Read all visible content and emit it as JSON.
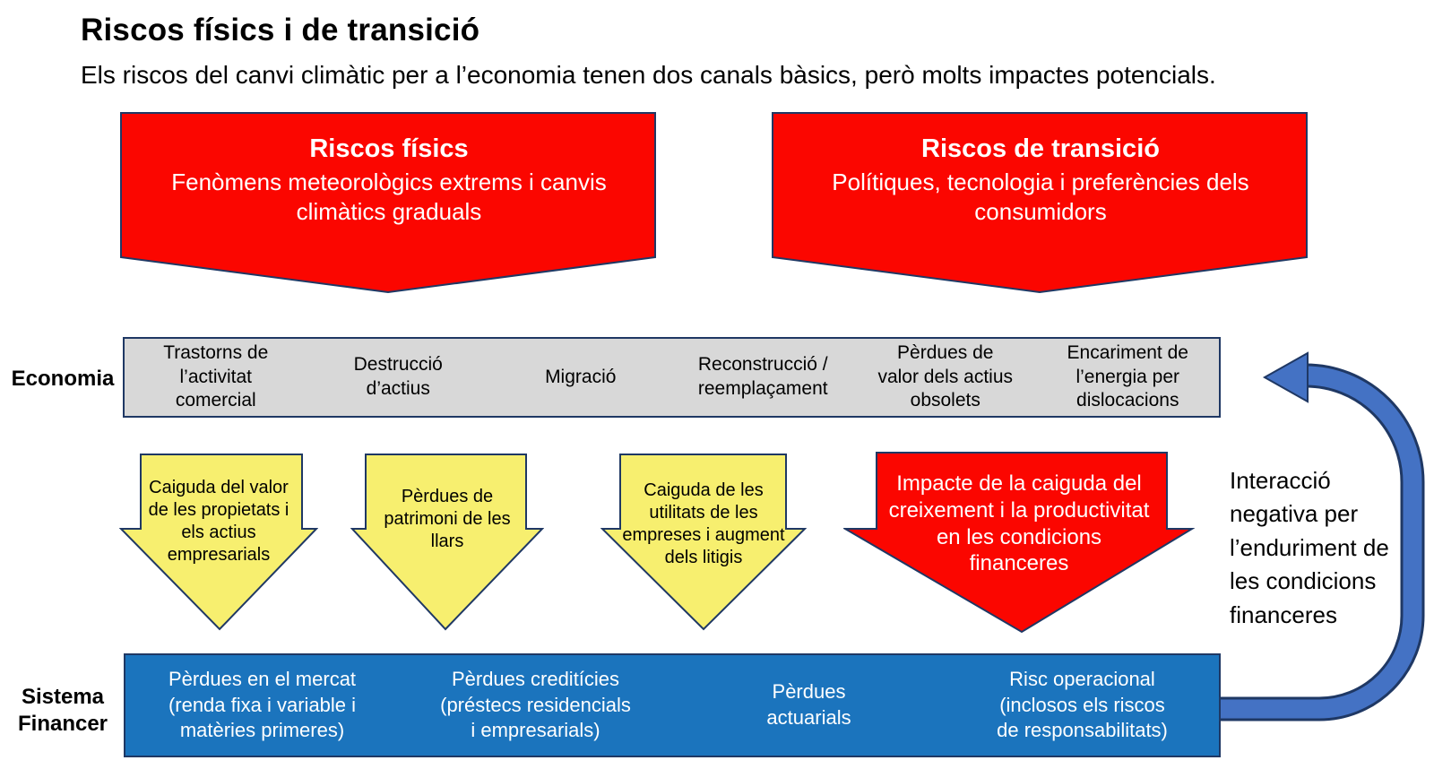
{
  "page": {
    "title": "Riscos físics i de transició",
    "subtitle": "Els riscos del canvi climàtic per a l’economia tenen dos canals bàsics, però molts impactes potencials."
  },
  "colors": {
    "banner_red": "#fb0600",
    "arrow_yellow": "#f7ef6f",
    "economy_gray": "#d8d8d8",
    "financial_blue": "#1b74bd",
    "feedback_arrow_blue": "#4472c4",
    "outline_navy": "#1f3864"
  },
  "channels": {
    "physical": {
      "title": "Riscos físics",
      "description": "Fenòmens meteorològics extrems i canvis\nclimàtics graduals"
    },
    "transition": {
      "title": "Riscos de transició",
      "description": "Polítiques, tecnologia i preferències dels\nconsumidors"
    }
  },
  "economy": {
    "label": "Economia",
    "impacts": [
      "Trastorns de\nl’activitat\ncomercial",
      "Destrucció\nd’actius",
      "Migració",
      "Reconstrucció /\nreemplaçament",
      "Pèrdues de\nvalor dels actius\nobsolets",
      "Encariment de\nl’energia per\ndislocacions"
    ]
  },
  "impact_arrows": [
    {
      "text": "Caiguda del valor\nde les propietats i\nels actius\nempresarials"
    },
    {
      "text": "Pèrdues de\npatrimoni de les\nllars"
    },
    {
      "text": "Caiguda de les\nutilitats de les\nempreses i augment\ndels litigis"
    },
    {
      "text": "Impacte de la caiguda del\ncreixement i la productivitat\nen les condicions\nfinanceres"
    }
  ],
  "interaction_note": "Interacció\nnegativa per\nl’enduriment de\nles condicions\nfinanceres",
  "financial_system": {
    "label": "Sistema\nFinancer",
    "impacts": [
      "Pèrdues en el mercat\n(renda fixa i variable i\nmatèries primeres)",
      "Pèrdues creditícies\n(préstecs residencials\ni empresarials)",
      "Pèrdues\nactuarials",
      "Risc operacional\n(inclosos els riscos\nde responsabilitats)"
    ]
  }
}
